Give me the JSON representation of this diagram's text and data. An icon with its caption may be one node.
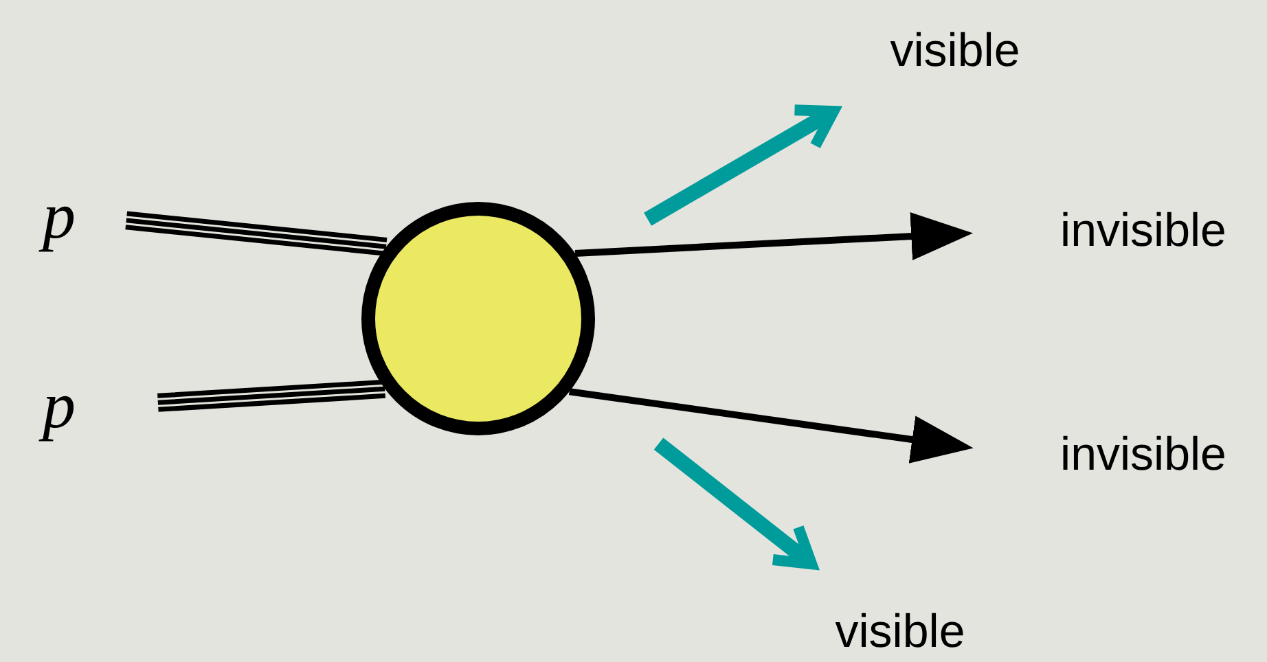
{
  "diagram": {
    "nodes": [
      {
        "text": [
          "p"
        ]
      },
      {
        "text": [
          "p"
        ]
      },
      {
        "text": [],
        "shape": "circle"
      },
      {
        "text": [
          "visible"
        ]
      },
      {
        "text": [
          "invisible"
        ]
      },
      {
        "text": [
          "invisible"
        ]
      },
      {
        "text": [
          "visible"
        ]
      }
    ],
    "edges": [
      {
        "from": 0,
        "to": 2,
        "arrow": "none"
      },
      {
        "from": 1,
        "to": 2,
        "arrow": "none"
      },
      {
        "from": 2,
        "to": 3,
        "arrow": "to",
        "style": "thick",
        "color": "#009b9b"
      },
      {
        "from": 2,
        "to": 4,
        "arrow": "to"
      },
      {
        "from": 2,
        "to": 5,
        "arrow": "to"
      },
      {
        "from": 2,
        "to": 6,
        "arrow": "to",
        "style": "thick",
        "color": "#009b9b"
      }
    ]
  }
}
